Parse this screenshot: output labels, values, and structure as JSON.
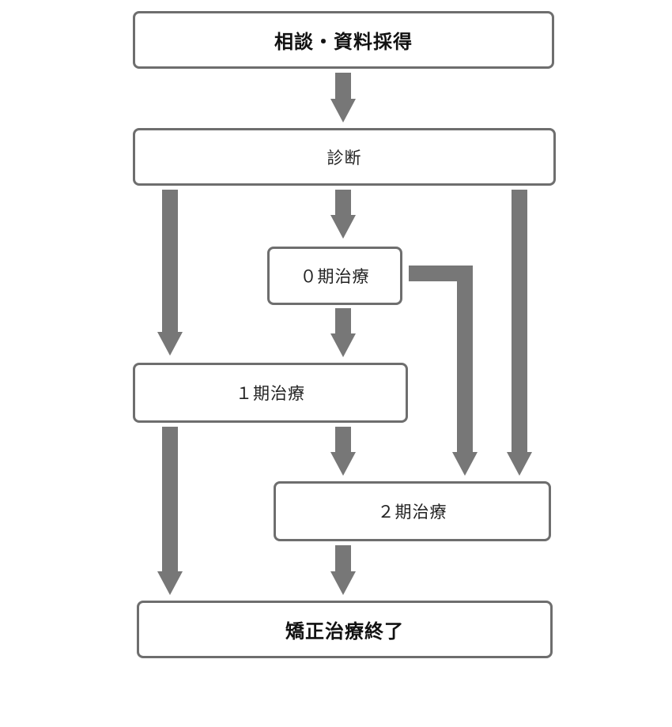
{
  "nodes": {
    "consultation": "相談・資料採得",
    "diagnosis": "診断",
    "phase0": "０期治療",
    "phase1": "１期治療",
    "phase2": "２期治療",
    "end": "矯正治療終了"
  },
  "colors": {
    "arrow": "#777777",
    "border": "#6e6e6e"
  }
}
